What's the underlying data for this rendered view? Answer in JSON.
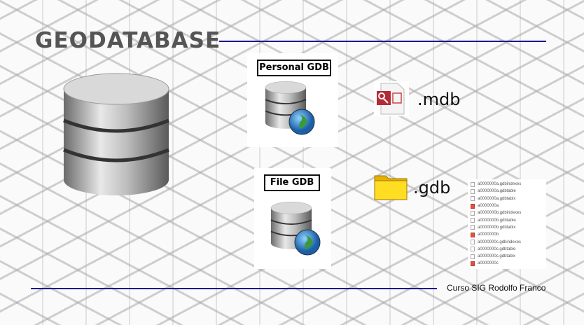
{
  "title": "GEODATABASE",
  "personal": {
    "label": "Personal GDB",
    "extension": ".mdb"
  },
  "file": {
    "label": "File GDB",
    "extension": ".gdb"
  },
  "file_list": [
    "a0000000a.gdbindexes",
    "a0000000a.gdbtable",
    "a0000000a.gdbtablx",
    "a0000000a",
    "a0000000b.gdbindexes",
    "a0000000b.gdbtable",
    "a0000000b.gdbtablx",
    "a0000000b",
    "a0000000c.gdbindexes",
    "a0000000c.gdbtable",
    "a0000000c.gdbtablx",
    "a0000000c"
  ],
  "footer": "Curso SIG Rodolfo Franco",
  "colors": {
    "accent_line": "#1a1a8c",
    "title": "#555555"
  }
}
